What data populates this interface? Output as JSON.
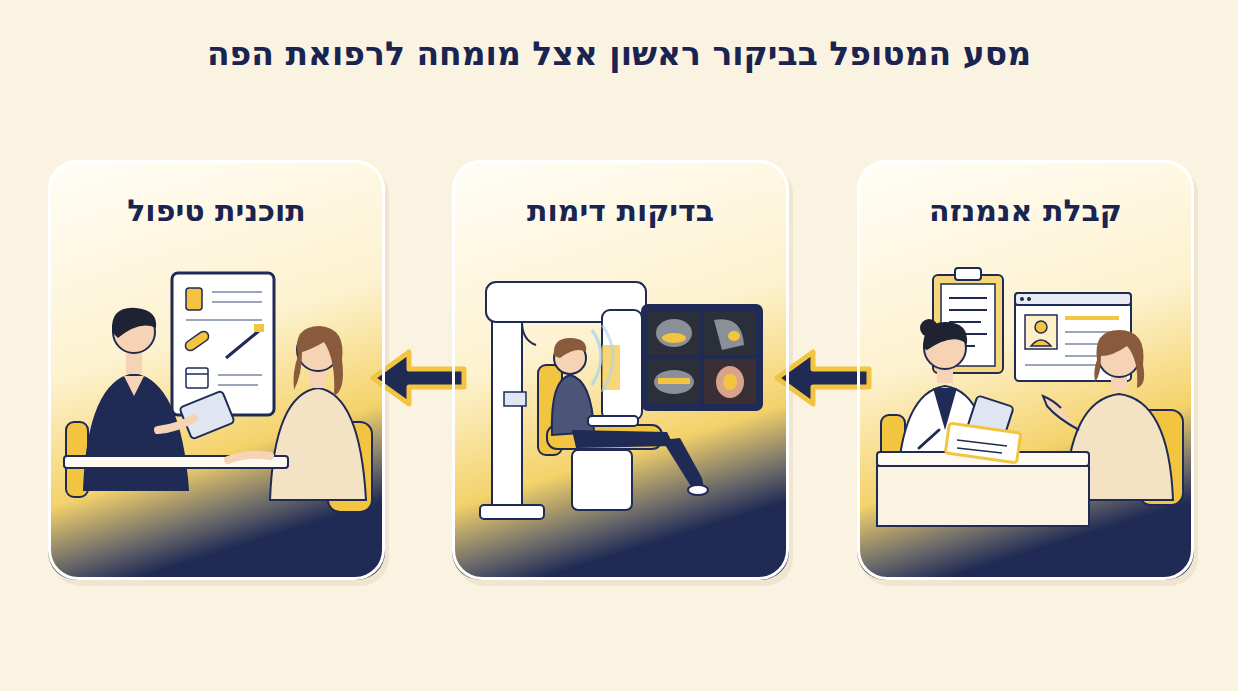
{
  "diagram": {
    "title": "מסע המטופל בביקור ראשון אצל מומחה לרפואת הפה",
    "nodes": [
      {
        "text": [
          "קבלת אנמנזה"
        ]
      },
      {
        "text": [
          "בדיקות דימות"
        ]
      },
      {
        "text": [
          "תוכנית טיפול"
        ]
      }
    ],
    "edges": [
      {
        "from": 0,
        "to": 1,
        "arrow": "to"
      },
      {
        "from": 1,
        "to": 2,
        "arrow": "to"
      }
    ]
  }
}
